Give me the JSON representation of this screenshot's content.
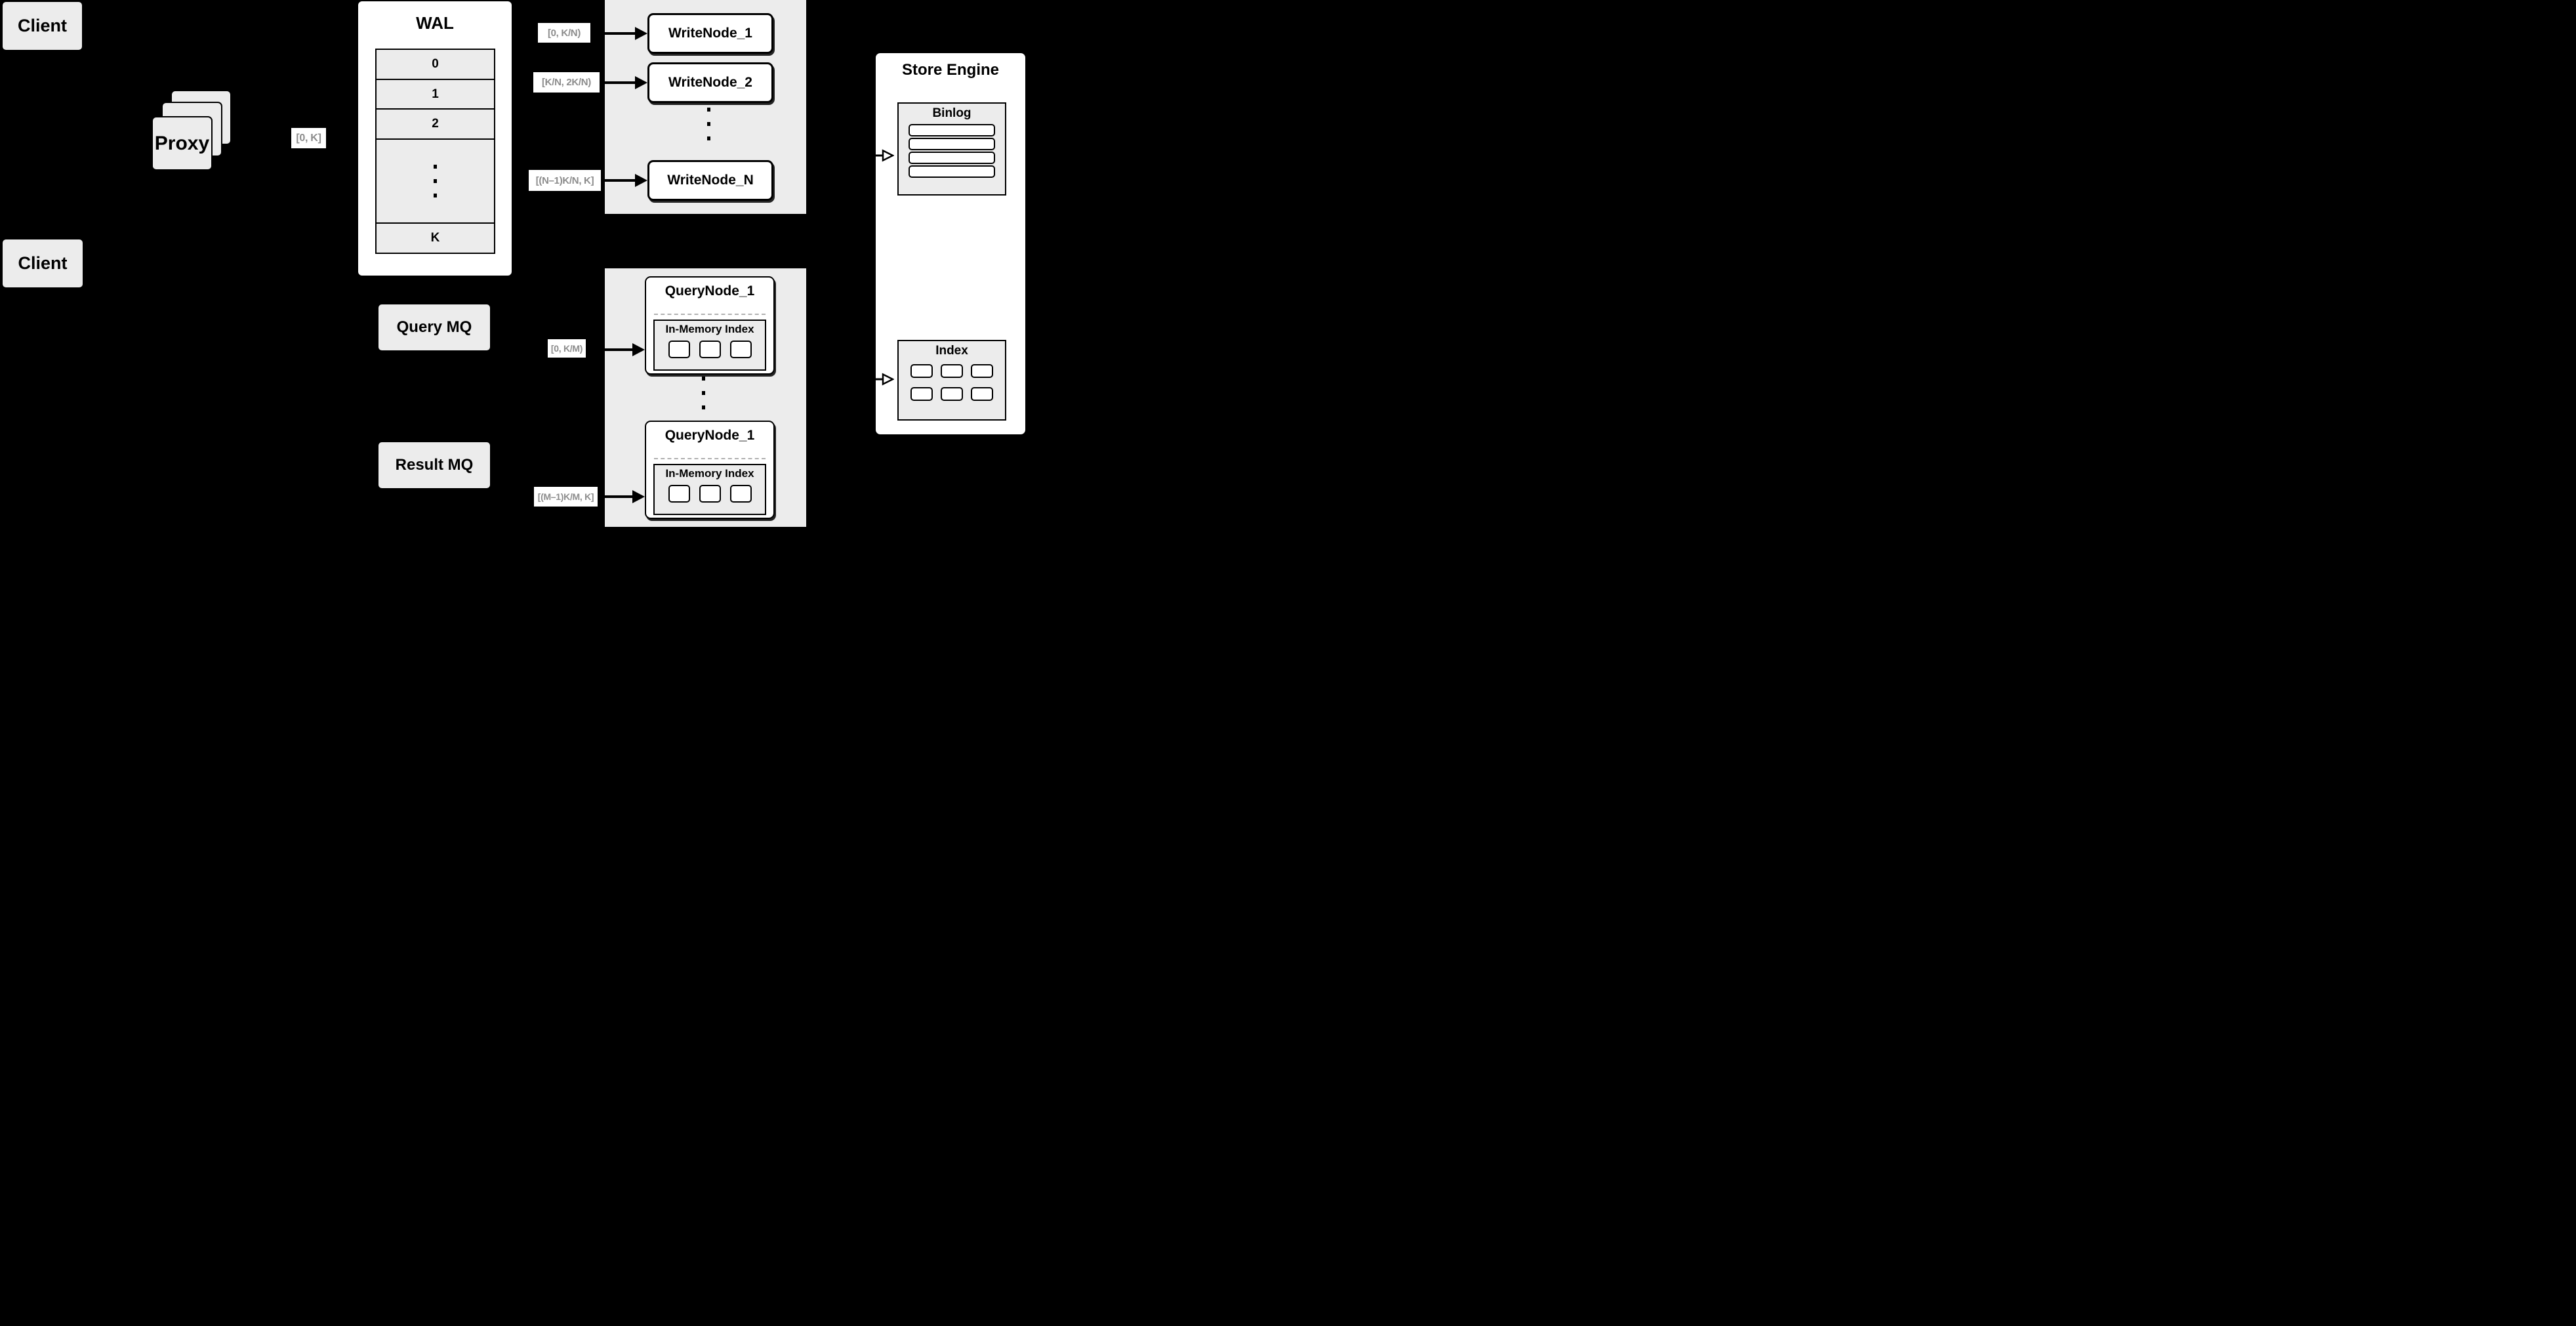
{
  "clients": {
    "top_label": "Client",
    "bottom_label": "Client"
  },
  "proxy": {
    "label": "Proxy"
  },
  "range_labels": {
    "proxy_to_wal": "[0, K]",
    "write_1": "[0, K/N)",
    "write_2": "[K/N, 2K/N)",
    "write_n": "[(N–1)K/N, K]",
    "query_1": "[0, K/M)",
    "query_m": "[(M–1)K/M, K]"
  },
  "wal": {
    "title": "WAL",
    "segments": [
      "0",
      "1",
      "2"
    ],
    "last_segment": "K"
  },
  "write_cluster": {
    "node_1": "WriteNode_1",
    "node_2": "WriteNode_2",
    "node_n": "WriteNode_N"
  },
  "query_cluster": {
    "node_top": {
      "title": "QueryNode_1",
      "inner_title": "In-Memory Index"
    },
    "node_bottom": {
      "title": "QueryNode_1",
      "inner_title": "In-Memory Index"
    }
  },
  "mq": {
    "query_label": "Query MQ",
    "result_label": "Result MQ"
  },
  "store_engine": {
    "title": "Store Engine",
    "binlog_title": "Binlog",
    "index_title": "Index"
  },
  "colors": {
    "background": "#000000",
    "panel_gray": "#ececec",
    "box_white": "#ffffff",
    "range_label_text": "#8c8c8c",
    "line_black": "#000000",
    "dashed_separator": "#b0b0b0"
  }
}
